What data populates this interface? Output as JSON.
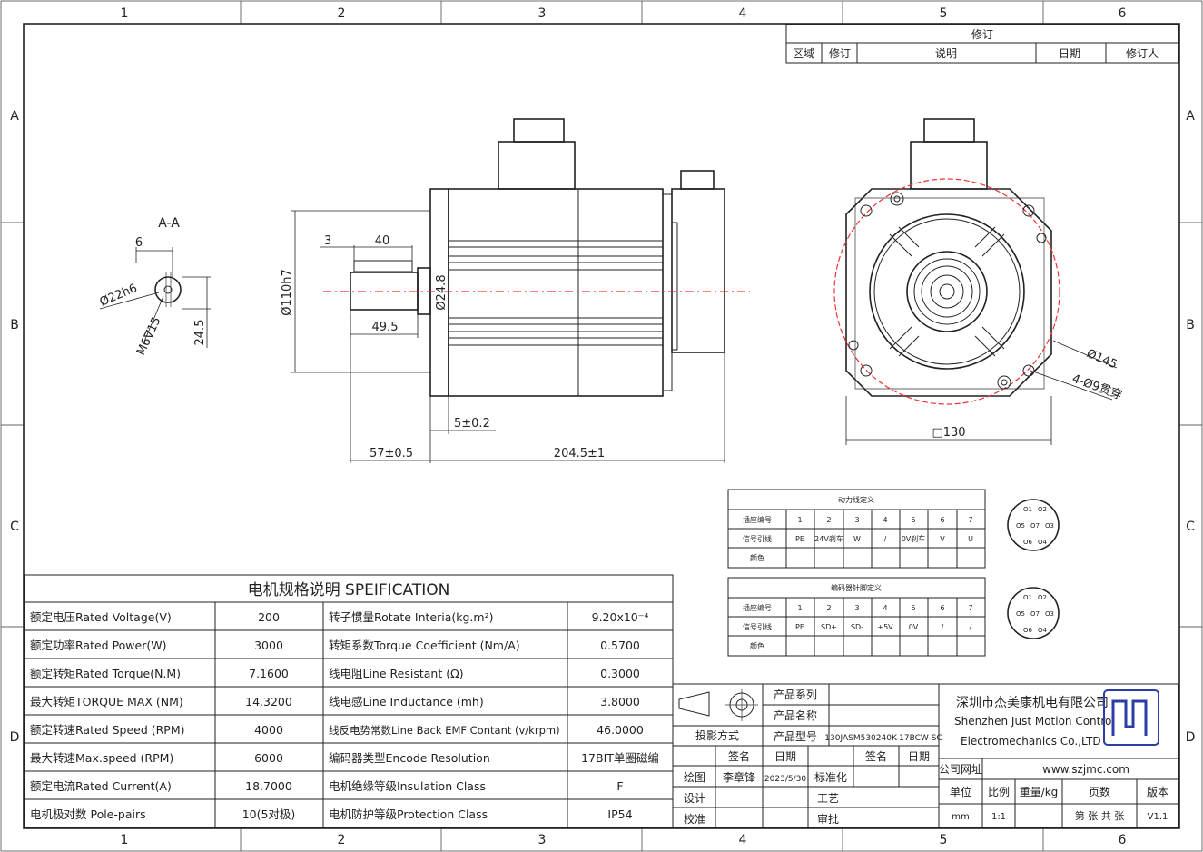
{
  "frame": {
    "cols_top": [
      "1",
      "2",
      "3",
      "4",
      "5",
      "6"
    ],
    "cols_bottom": [
      "1",
      "2",
      "3",
      "4",
      "5",
      "6"
    ],
    "rows": [
      "A",
      "B",
      "C",
      "D"
    ]
  },
  "revision": {
    "title": "修订",
    "headers": [
      "区域",
      "修订",
      "说明",
      "日期",
      "修订人"
    ]
  },
  "section": {
    "label": "A-A",
    "dim_width": "6",
    "dim_dia": "Ø22h6",
    "dim_thread": "M6∇15",
    "dim_height": "24.5"
  },
  "side_view": {
    "dim_3": "3",
    "dim_40": "40",
    "dim_pilot": "Ø110h7",
    "dim_shaft": "Ø24.8",
    "dim_495": "49.5",
    "dim_5": "5±0.2",
    "dim_57": "57±0.5",
    "dim_len": "204.5±1"
  },
  "front_view": {
    "dim_pcd": "Ø145",
    "dim_holes": "4-Ø9贯穿",
    "dim_square": "□130"
  },
  "power_table": {
    "title": "动力线定义",
    "row_labels": [
      "插座编号",
      "信号引线",
      "颜色"
    ],
    "pins": [
      "1",
      "2",
      "3",
      "4",
      "5",
      "6",
      "7"
    ],
    "signals": [
      "PE",
      "24V刹车",
      "W",
      "/",
      "0V刹车",
      "V",
      "U"
    ]
  },
  "encoder_table": {
    "title": "编码器针脚定义",
    "row_labels": [
      "插座编号",
      "信号引线",
      "颜色"
    ],
    "pins": [
      "1",
      "2",
      "3",
      "4",
      "5",
      "6",
      "7"
    ],
    "signals": [
      "PE",
      "SD+",
      "SD-",
      "+5V",
      "0V",
      "/",
      "/"
    ]
  },
  "connector_power": {
    "pins": [
      "O1",
      "O2",
      "O3",
      "O4",
      "O5",
      "O6",
      "O7"
    ]
  },
  "connector_encoder": {
    "pins": [
      "O1",
      "O2",
      "O3",
      "O4",
      "O5",
      "O6",
      "O7"
    ]
  },
  "spec": {
    "title": "电机规格说明 SPEIFICATION",
    "rows": [
      {
        "l1": "额定电压Rated Voltage(V)",
        "v1": "200",
        "l2": "转子惯量Rotate Interia(kg.m²)",
        "v2": "9.20x10⁻⁴"
      },
      {
        "l1": "额定功率Rated Power(W)",
        "v1": "3000",
        "l2": "转矩系数Torque Coefficient (Nm/A)",
        "v2": "0.5700"
      },
      {
        "l1": "额定转矩Rated Torque(N.M)",
        "v1": "7.1600",
        "l2": "线电阻Line Resistant (Ω)",
        "v2": "0.3000"
      },
      {
        "l1": "最大转矩TORQUE MAX (NM)",
        "v1": "14.3200",
        "l2": "线电感Line Inductance (mh)",
        "v2": "3.8000"
      },
      {
        "l1": "额定转速Rated Speed (RPM)",
        "v1": "4000",
        "l2": "线反电势常数Line Back EMF Contant (v/krpm)",
        "v2": "46.0000"
      },
      {
        "l1": "最大转速Max.speed (RPM)",
        "v1": "6000",
        "l2": "编码器类型Encode Resolution",
        "v2": "17BIT单圈磁编"
      },
      {
        "l1": "额定电流Rated Current(A)",
        "v1": "18.7000",
        "l2": "电机绝缘等级Insulation Class",
        "v2": "F"
      },
      {
        "l1": "电机极对数 Pole-pairs",
        "v1": "10(5对极)",
        "l2": "电机防护等级Protection Class",
        "v2": "IP54"
      }
    ]
  },
  "title_block": {
    "product_series": "产品系列",
    "product_name": "产品名称",
    "product_model_label": "产品型号",
    "product_model": "130JASM530240K-17BCW-SC",
    "projection": "投影方式",
    "sign": "签名",
    "date": "日期",
    "sign2": "签名",
    "date2": "日期",
    "draw": "绘图",
    "drawer": "李章锋",
    "draw_date": "2023/5/30",
    "standard": "标准化",
    "design": "设计",
    "process": "工艺",
    "check": "校准",
    "approve": "审批",
    "company_cn": "深圳市杰美康机电有限公司",
    "company_en1": "Shenzhen Just Motion Control",
    "company_en2": "Electromechanics Co.,LTD",
    "website_label": "公司网址",
    "website": "www.szjmc.com",
    "unit_label": "单位",
    "unit": "mm",
    "scale_label": "比例",
    "scale": "1:1",
    "weight_label": "重量/kg",
    "pages_label": "页数",
    "pages": "第 张 共 张",
    "version_label": "版本",
    "version": "V1.1"
  }
}
